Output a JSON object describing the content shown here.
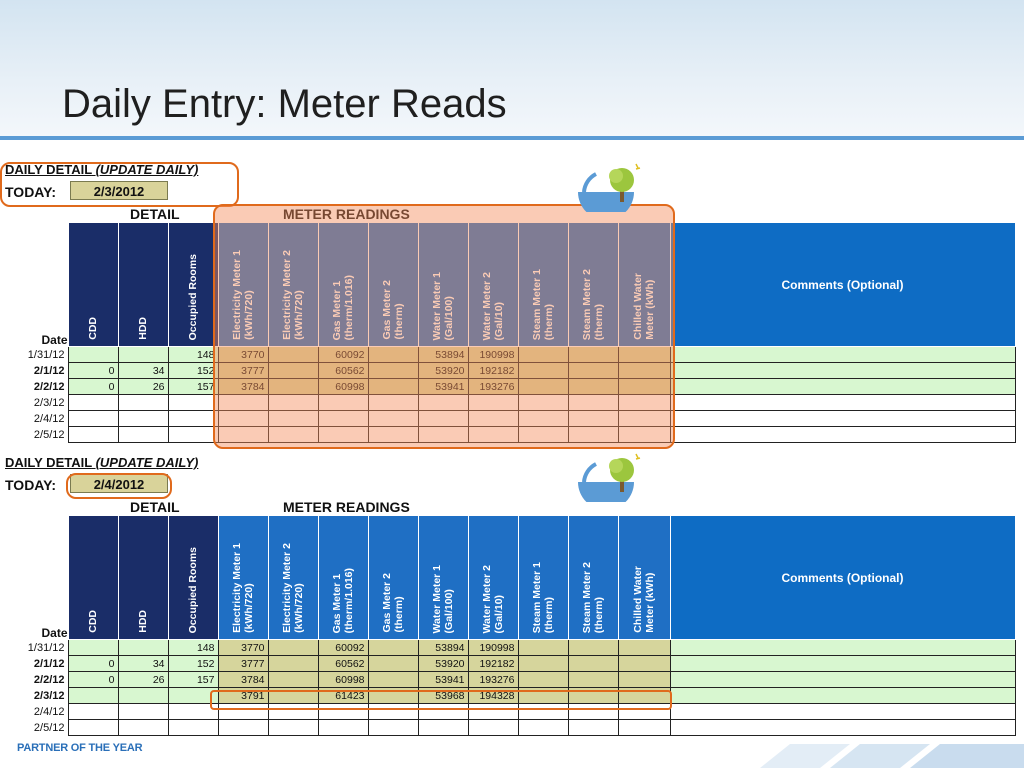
{
  "slide": {
    "title": "Daily Entry: Meter Reads",
    "footer": "PARTNER OF THE YEAR"
  },
  "colors": {
    "accent": "#5b9bd5",
    "highlight": "#e06a1c",
    "header_navy": "#1a2d68",
    "header_blue": "#1f6fc4",
    "row_green": "#d8f7d0",
    "meter_cell": "#d6d59c"
  },
  "columns": {
    "date": "Date",
    "cdd": "CDD",
    "hdd": "HDD",
    "rooms": "Occupied Rooms",
    "elec1": [
      "Electricity Meter 1",
      "(kWh/720)"
    ],
    "elec2": [
      "Electricity Meter 2",
      "(kWh/720)"
    ],
    "gas1": [
      "Gas Meter 1",
      "(therm/1.016)"
    ],
    "gas2": [
      "Gas Meter 2",
      "(therm)"
    ],
    "water1": [
      "Water Meter 1",
      "(Gal/100)"
    ],
    "water2": [
      "Water Meter 2",
      "(Gal/10)"
    ],
    "steam1": [
      "Steam Meter 1",
      "(therm)"
    ],
    "steam2": [
      "Steam Meter 2",
      "(therm)"
    ],
    "chilled": [
      "Chilled Water",
      "Meter (kWh)"
    ],
    "comments": "Comments (Optional)"
  },
  "panels": [
    {
      "daily_detail": "DAILY DETAIL",
      "daily_detail_em": "(UPDATE DAILY)",
      "today_label": "TODAY:",
      "today_value": "2/3/2012",
      "section_detail": "DETAIL",
      "section_meter": "METER READINGS",
      "rows": [
        {
          "date": "1/31/12",
          "bold": false,
          "green": true,
          "cdd": "",
          "hdd": "",
          "rooms": "148",
          "elec1": "3770",
          "elec2": "",
          "gas1": "60092",
          "gas2": "",
          "water1": "53894",
          "water2": "190998"
        },
        {
          "date": "2/1/12",
          "bold": true,
          "green": true,
          "cdd": "0",
          "hdd": "34",
          "rooms": "152",
          "elec1": "3777",
          "elec2": "",
          "gas1": "60562",
          "gas2": "",
          "water1": "53920",
          "water2": "192182"
        },
        {
          "date": "2/2/12",
          "bold": true,
          "green": true,
          "cdd": "0",
          "hdd": "26",
          "rooms": "157",
          "elec1": "3784",
          "elec2": "",
          "gas1": "60998",
          "gas2": "",
          "water1": "53941",
          "water2": "193276"
        },
        {
          "date": "2/3/12",
          "bold": false,
          "green": false,
          "cdd": "",
          "hdd": "",
          "rooms": "",
          "elec1": "",
          "elec2": "",
          "gas1": "",
          "gas2": "",
          "water1": "",
          "water2": ""
        },
        {
          "date": "2/4/12",
          "bold": false,
          "green": false,
          "cdd": "",
          "hdd": "",
          "rooms": "",
          "elec1": "",
          "elec2": "",
          "gas1": "",
          "gas2": "",
          "water1": "",
          "water2": ""
        },
        {
          "date": "2/5/12",
          "bold": false,
          "green": false,
          "cdd": "",
          "hdd": "",
          "rooms": "",
          "elec1": "",
          "elec2": "",
          "gas1": "",
          "gas2": "",
          "water1": "",
          "water2": ""
        }
      ]
    },
    {
      "daily_detail": "DAILY DETAIL",
      "daily_detail_em": "(UPDATE DAILY)",
      "today_label": "TODAY:",
      "today_value": "2/4/2012",
      "section_detail": "DETAIL",
      "section_meter": "METER READINGS",
      "rows": [
        {
          "date": "1/31/12",
          "bold": false,
          "green": true,
          "cdd": "",
          "hdd": "",
          "rooms": "148",
          "elec1": "3770",
          "elec2": "",
          "gas1": "60092",
          "gas2": "",
          "water1": "53894",
          "water2": "190998"
        },
        {
          "date": "2/1/12",
          "bold": true,
          "green": true,
          "cdd": "0",
          "hdd": "34",
          "rooms": "152",
          "elec1": "3777",
          "elec2": "",
          "gas1": "60562",
          "gas2": "",
          "water1": "53920",
          "water2": "192182"
        },
        {
          "date": "2/2/12",
          "bold": true,
          "green": true,
          "cdd": "0",
          "hdd": "26",
          "rooms": "157",
          "elec1": "3784",
          "elec2": "",
          "gas1": "60998",
          "gas2": "",
          "water1": "53941",
          "water2": "193276"
        },
        {
          "date": "2/3/12",
          "bold": true,
          "green": true,
          "cdd": "",
          "hdd": "",
          "rooms": "",
          "elec1": "3791",
          "elec2": "",
          "gas1": "61423",
          "gas2": "",
          "water1": "53968",
          "water2": "194328"
        },
        {
          "date": "2/4/12",
          "bold": false,
          "green": false,
          "cdd": "",
          "hdd": "",
          "rooms": "",
          "elec1": "",
          "elec2": "",
          "gas1": "",
          "gas2": "",
          "water1": "",
          "water2": ""
        },
        {
          "date": "2/5/12",
          "bold": false,
          "green": false,
          "cdd": "",
          "hdd": "",
          "rooms": "",
          "elec1": "",
          "elec2": "",
          "gas1": "",
          "gas2": "",
          "water1": "",
          "water2": ""
        }
      ]
    }
  ]
}
